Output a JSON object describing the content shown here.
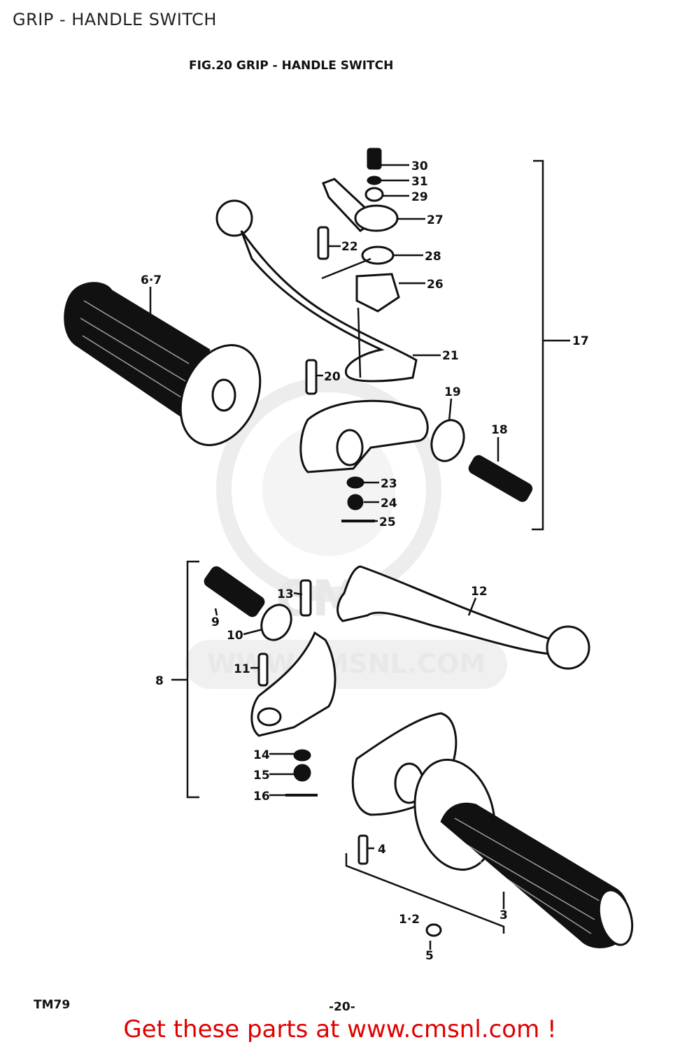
{
  "page": {
    "title": "GRIP - HANDLE SWITCH",
    "footer_link": "Get these parts at www.cmsnl.com !"
  },
  "figure": {
    "title": "FIG.20 GRIP - HANDLE SWITCH",
    "code": "TM79",
    "page_number": "-20-",
    "watermark": "WWW.CMSNL.COM",
    "watermark_logo": "CMS"
  },
  "callouts": {
    "c30": "30",
    "c31": "31",
    "c29": "29",
    "c27": "27",
    "c22": "22",
    "c28": "28",
    "c26": "26",
    "c67": "6·7",
    "c17": "17",
    "c21": "21",
    "c20": "20",
    "c19": "19",
    "c18": "18",
    "c23": "23",
    "c24": "24",
    "c25": "25",
    "c12": "12",
    "c13": "13",
    "c9": "9",
    "c10": "10",
    "c11": "11",
    "c8": "8",
    "c14": "14",
    "c15": "15",
    "c16": "16",
    "c4": "4",
    "c3": "3",
    "c12b": "1·2",
    "c5": "5"
  }
}
